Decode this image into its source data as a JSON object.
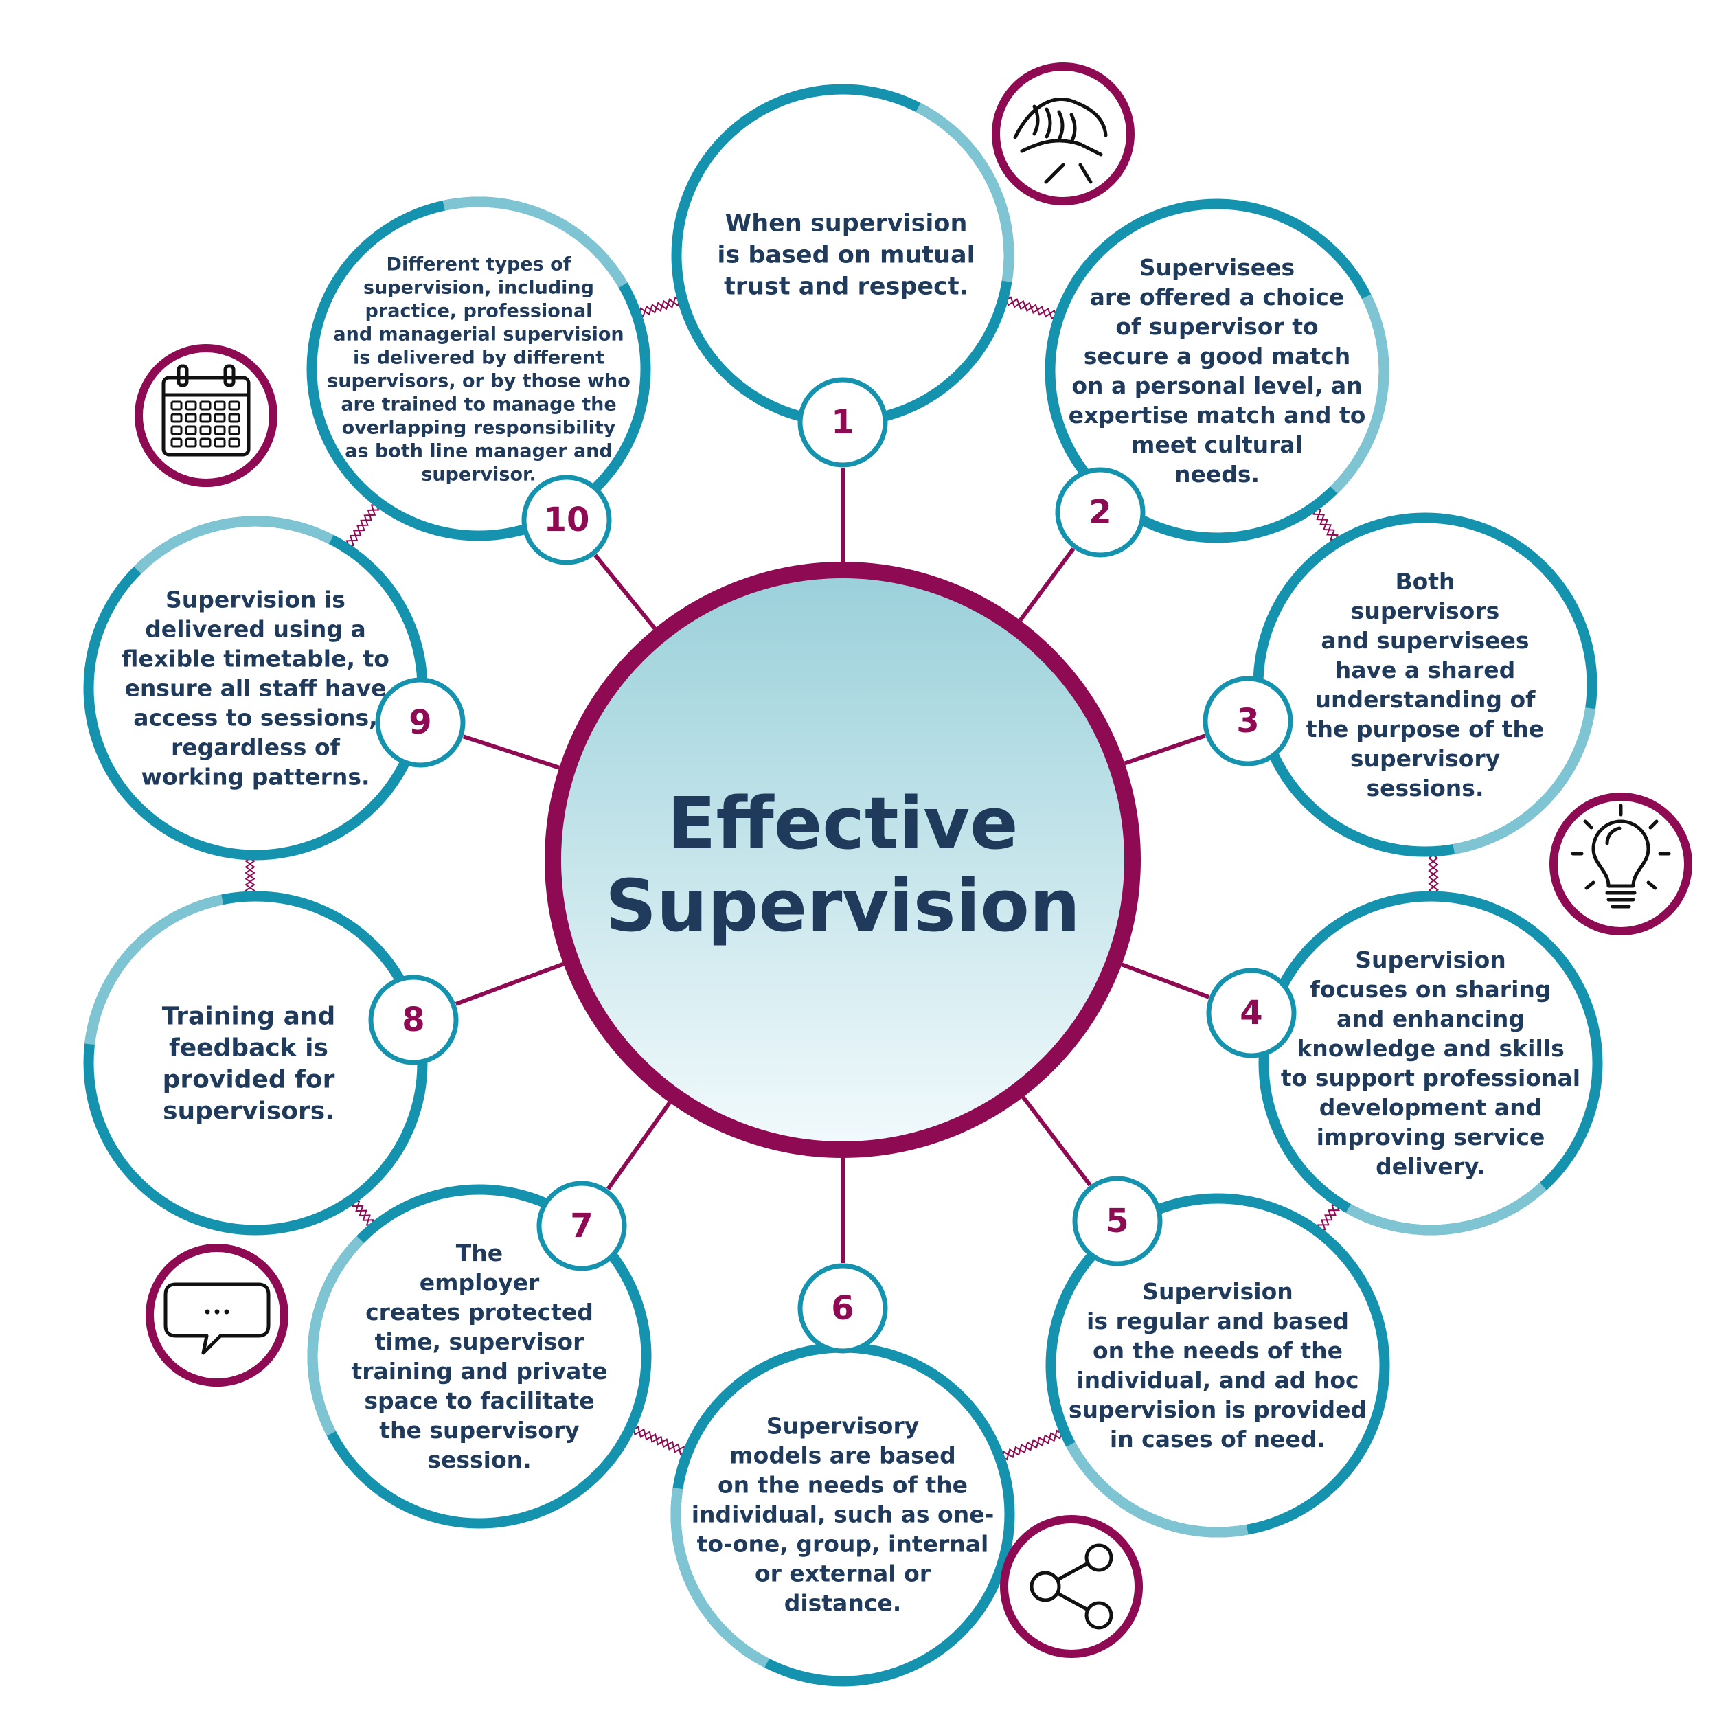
{
  "colors": {
    "teal": "#1592ae",
    "teal_light": "#7ec4d3",
    "magenta": "#8e0a52",
    "navy": "#1f3a5b",
    "center_fill_top": "#9ad0da",
    "center_fill_bottom": "#f2fafc"
  },
  "center": {
    "lines": [
      "Effective",
      "Supervision"
    ]
  },
  "items": [
    {
      "number": "1",
      "lines": [
        "When supervision",
        "is based on mutual",
        "trust and respect."
      ]
    },
    {
      "number": "2",
      "lines": [
        "Supervisees",
        "are offered a choice",
        "of supervisor to",
        "secure a good match",
        "on a personal level, an",
        "expertise match and to",
        "meet cultural",
        "needs."
      ]
    },
    {
      "number": "3",
      "lines": [
        "Both",
        "supervisors",
        "and supervisees",
        "have a shared",
        "understanding of",
        "the purpose of the",
        "supervisory",
        "sessions."
      ]
    },
    {
      "number": "4",
      "lines": [
        "Supervision",
        "focuses on sharing",
        "and enhancing",
        "knowledge and skills",
        "to support professional",
        "development and",
        "improving service",
        "delivery."
      ]
    },
    {
      "number": "5",
      "lines": [
        "Supervision",
        "is regular and based",
        "on the needs of the",
        "individual, and ad hoc",
        "supervision is provided",
        "in cases of need."
      ]
    },
    {
      "number": "6",
      "lines": [
        "Supervisory",
        "models are based",
        "on the needs of the",
        "individual, such as one-",
        "to-one, group, internal",
        "or external or",
        "distance."
      ]
    },
    {
      "number": "7",
      "lines": [
        "The",
        "employer",
        "creates protected",
        "time, supervisor",
        "training and private",
        "space to facilitate",
        "the supervisory",
        "session."
      ]
    },
    {
      "number": "8",
      "lines": [
        "Training and",
        "feedback is",
        "provided for",
        "supervisors."
      ]
    },
    {
      "number": "9",
      "lines": [
        "Supervision is",
        "delivered using a",
        "flexible timetable, to",
        "ensure all staff  have",
        "access to sessions,",
        "regardless of",
        "working patterns."
      ]
    },
    {
      "number": "10",
      "lines": [
        "Different types of",
        "supervision, including",
        "practice, professional",
        "and managerial supervision",
        "is delivered by different",
        "supervisors, or by those who",
        "are trained to manage the",
        "overlapping responsibility",
        "as both line manager and",
        "supervisor."
      ]
    }
  ],
  "icons": [
    {
      "name": "handshake-icon"
    },
    {
      "name": "lightbulb-icon"
    },
    {
      "name": "share-icon"
    },
    {
      "name": "speech-bubble-icon"
    },
    {
      "name": "calendar-icon"
    }
  ]
}
